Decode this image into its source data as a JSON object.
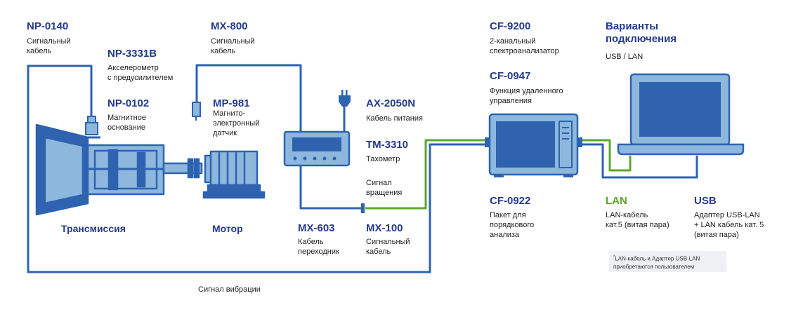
{
  "colors": {
    "line_blue": "#2e63b0",
    "fill_light": "#8db7dc",
    "fill_dark": "#2f63b0",
    "lan_green": "#5aa82a",
    "text_blue": "#233a8c"
  },
  "labels": {
    "np0140": {
      "code": "NP-0140",
      "desc": "Сигнальный\nкабель"
    },
    "np3331b": {
      "code": "NP-3331B",
      "desc": "Акселерометр\nс предусилителем"
    },
    "np0102": {
      "code": "NP-0102",
      "desc": "Магнитное\nоснование"
    },
    "mx800": {
      "code": "MX-800",
      "desc": "Сигнальный\nкабель"
    },
    "mp981": {
      "code": "MP-981",
      "desc": "Магнито-\nэлектронный\nдатчик"
    },
    "ax2050n": {
      "code": "AX-2050N",
      "desc": "Кабель питания"
    },
    "tm3310": {
      "code": "TM-3310",
      "desc": "Тахометр"
    },
    "rotation": {
      "desc": "Сигнал\nвращения"
    },
    "mx603": {
      "code": "MX-603",
      "desc": "Кабель\nпереходник"
    },
    "mx100": {
      "code": "MX-100",
      "desc": "Сигнальный\nкабель"
    },
    "cf9200": {
      "code": "CF-9200",
      "desc": "2-канальный\nспектроанализатор"
    },
    "cf0947": {
      "code": "CF-0947",
      "desc": "Функция удаленного\nуправления"
    },
    "cf0922": {
      "code": "CF-0922",
      "desc": "Пакет для\nпорядкового\nанализа"
    },
    "connection": {
      "title": "Варианты\nподключения",
      "desc": "USB  /  LAN"
    },
    "lan": {
      "code": "LAN",
      "desc": "LAN-кабель\nкат.5 (витая пара)"
    },
    "usb": {
      "code": "USB",
      "desc": "Адаптер USB-LAN\n+ LAN кабель кат. 5\n(витая пара)"
    },
    "transmission": "Трансмиссия",
    "motor": "Мотор",
    "vibration": "Сигнал вибрации",
    "note": {
      "mark": "*",
      "text": "LAN-кабель и Адаптер USB-LAN\nприобретаются пользователем"
    }
  }
}
